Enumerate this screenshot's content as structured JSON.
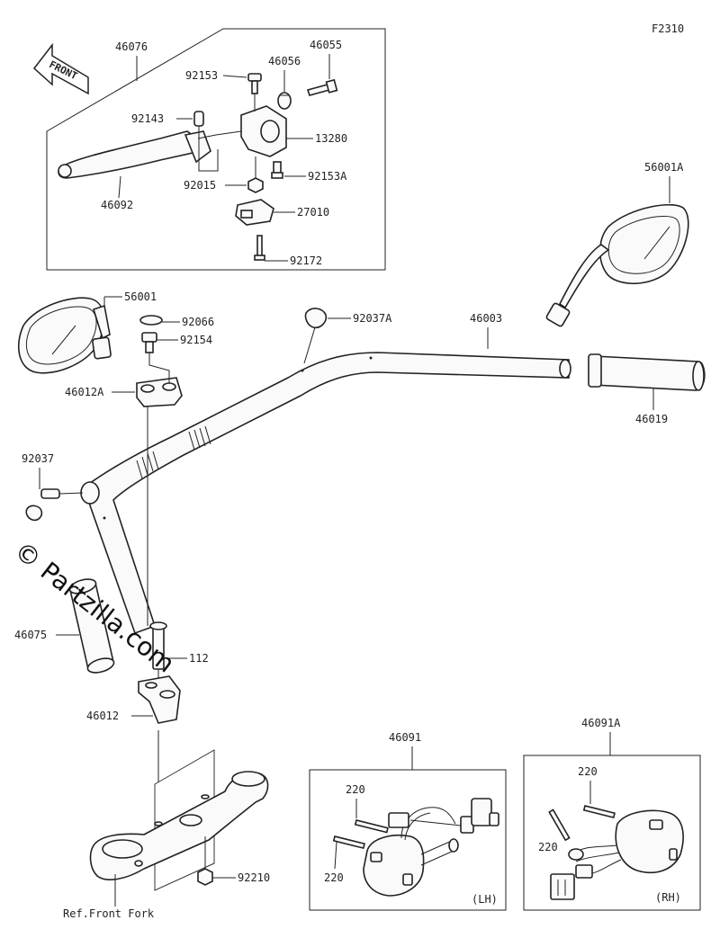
{
  "figure_code": "F2310",
  "front_label": "FRONT",
  "watermark": "© Partzilla.com",
  "ref_note": "Ref.Front Fork",
  "side_labels": {
    "lh": "(LH)",
    "rh": "(RH)"
  },
  "parts": {
    "p46076": "46076",
    "p46055": "46055",
    "p92153": "92153",
    "p46056": "46056",
    "p92143": "92143",
    "p13280": "13280",
    "p92153A": "92153A",
    "p92015": "92015",
    "p46092": "46092",
    "p27010": "27010",
    "p92172": "92172",
    "p56001A": "56001A",
    "p56001": "56001",
    "p92066": "92066",
    "p92154": "92154",
    "p46012A": "46012A",
    "p92037A": "92037A",
    "p46003": "46003",
    "p46019": "46019",
    "p92037": "92037",
    "p46075": "46075",
    "p112": "112",
    "p46012": "46012",
    "p46091": "46091",
    "p46091A": "46091A",
    "p220a": "220",
    "p220b": "220",
    "p220c": "220",
    "p220d": "220",
    "p92210": "92210"
  }
}
